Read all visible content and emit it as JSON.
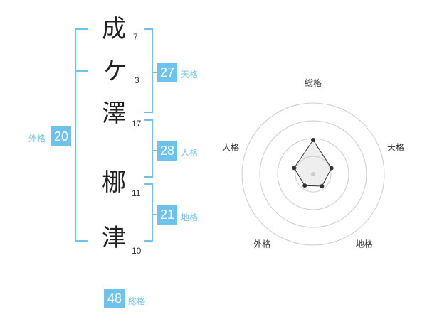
{
  "name": {
    "characters": [
      {
        "char": "成",
        "strokes": "7"
      },
      {
        "char": "ケ",
        "strokes": "3"
      },
      {
        "char": "澤",
        "strokes": "17"
      },
      {
        "char": "梛",
        "strokes": "11"
      },
      {
        "char": "津",
        "strokes": "10"
      }
    ]
  },
  "fortunes": {
    "tenkaku": {
      "value": "27",
      "label": "天格"
    },
    "jinkaku": {
      "value": "28",
      "label": "人格"
    },
    "chikaku": {
      "value": "21",
      "label": "地格"
    },
    "gaikaku": {
      "value": "20",
      "label": "外格"
    },
    "soukaku": {
      "value": "48",
      "label": "総格"
    }
  },
  "colors": {
    "accent": "#6ec3ee",
    "text": "#222222"
  },
  "chart_data": {
    "type": "radar",
    "axes": [
      "総格",
      "天格",
      "地格",
      "外格",
      "人格"
    ],
    "values": [
      48,
      27,
      21,
      20,
      28
    ],
    "rings": 4,
    "grid": true
  }
}
